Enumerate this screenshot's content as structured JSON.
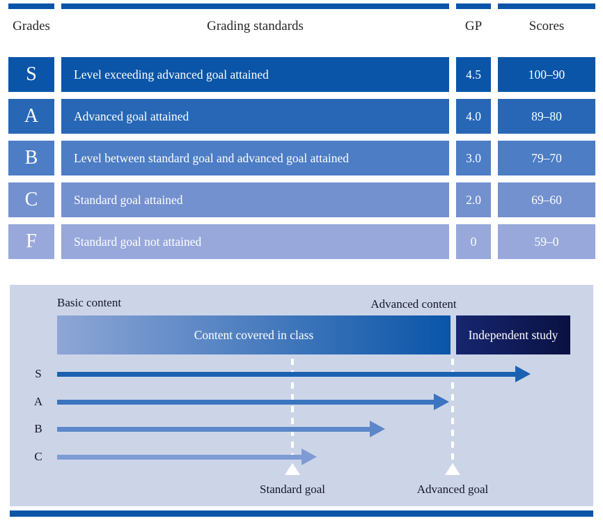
{
  "table": {
    "headers": [
      {
        "label": "Grades"
      },
      {
        "label": "Grading standards"
      },
      {
        "label": "GP"
      },
      {
        "label": "Scores"
      }
    ],
    "rows": [
      {
        "grade": "S",
        "standard": "Level exceeding advanced goal attained",
        "gp": "4.5",
        "scores": "100–90",
        "color": "#0a55a8"
      },
      {
        "grade": "A",
        "standard": "Advanced goal attained",
        "gp": "4.0",
        "scores": "89–80",
        "color": "#2767b5"
      },
      {
        "grade": "B",
        "standard": "Level between standard goal and advanced goal attained",
        "gp": "3.0",
        "scores": "79–70",
        "color": "#4c7dc5"
      },
      {
        "grade": "C",
        "standard": "Standard goal attained",
        "gp": "2.0",
        "scores": "69–60",
        "color": "#7390cf"
      },
      {
        "grade": "F",
        "standard": "Standard goal not attained",
        "gp": "0",
        "scores": "59–0",
        "color": "#98a8db"
      }
    ],
    "accent_color": "#0b55a9"
  },
  "diagram": {
    "panel_color": "#ccd5e8",
    "labels": {
      "basic": "Basic content",
      "advanced": "Advanced content",
      "standard_goal": "Standard goal",
      "advanced_goal": "Advanced goal"
    },
    "bars": {
      "class_bar": {
        "label": "Content covered in class",
        "gradient_from": "#8ea6d6",
        "gradient_to": "#0a55a8"
      },
      "independent_bar": {
        "label": "Independent study",
        "gradient_from": "#16266f",
        "gradient_to": "#0a1142"
      }
    },
    "arrows": [
      {
        "grade": "S",
        "length": 680,
        "color": "#1a61b2"
      },
      {
        "grade": "A",
        "length": 563,
        "color": "#3b74c0"
      },
      {
        "grade": "B",
        "length": 471,
        "color": "#5d87ca"
      },
      {
        "grade": "C",
        "length": 373,
        "color": "#7f9bd5"
      }
    ]
  }
}
